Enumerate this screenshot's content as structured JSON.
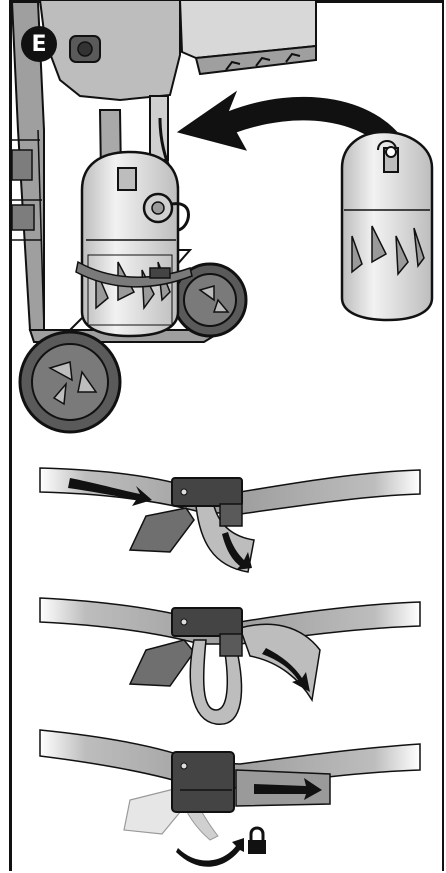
{
  "step": {
    "letter": "E"
  },
  "panels": [
    {
      "id": "install-tank",
      "icons": [
        "grill-cart-icon",
        "propane-tank-icon",
        "curved-arrow-icon"
      ]
    },
    {
      "id": "strap-feed",
      "icons": [
        "strap-icon",
        "buckle-icon",
        "arrow-right-icon"
      ]
    },
    {
      "id": "strap-pull",
      "icons": [
        "strap-icon",
        "buckle-icon",
        "arrow-right-icon"
      ]
    },
    {
      "id": "strap-lock",
      "icons": [
        "strap-icon",
        "buckle-icon",
        "arrow-right-icon",
        "rotate-arrow-icon",
        "lock-icon"
      ]
    }
  ],
  "colors": {
    "ink": "#111111",
    "panel_gray": "#d9d9d9",
    "mid_gray": "#9a9a9a",
    "dark_gray": "#5a5a5a"
  }
}
